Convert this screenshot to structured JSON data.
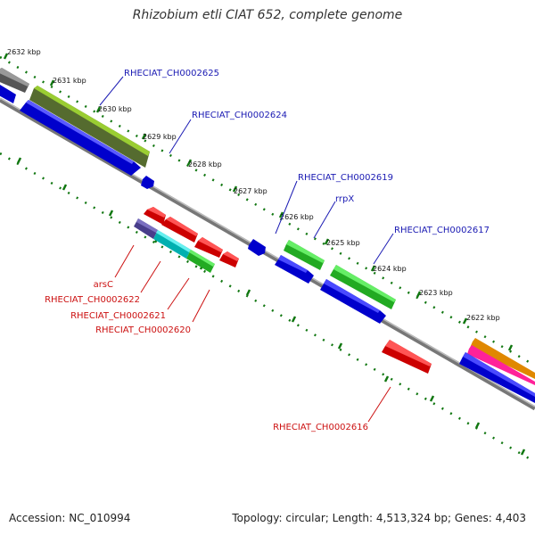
{
  "title": "Rhizobium etli CIAT 652, complete genome",
  "footer": {
    "accession": "Accession: NC_010994",
    "summary": "Topology: circular; Length: 4,513,324 bp; Genes: 4,403"
  },
  "scale_labels": [
    "2632 kbp",
    "2631 kbp",
    "2630 kbp",
    "2629 kbp",
    "2628 kbp",
    "2627 kbp",
    "2626 kbp",
    "2625 kbp",
    "2624 kbp",
    "2623 kbp",
    "2622 kbp"
  ],
  "gene_labels_forward": [
    "RHECIAT_CH0002625",
    "RHECIAT_CH0002624",
    "RHECIAT_CH0002619",
    "rrpX",
    "RHECIAT_CH0002617"
  ],
  "gene_labels_reverse": [
    "arsC",
    "RHECIAT_CH0002622",
    "RHECIAT_CH0002621",
    "RHECIAT_CH0002620",
    "RHECIAT_CH0002616"
  ],
  "colors": {
    "forward_label": "#1a1ab3",
    "reverse_label": "#cc1111",
    "blue": "#1010e0",
    "green": "#33cc33",
    "olive": "#6b8e23",
    "gray": "#666666",
    "red": "#e01010",
    "cyan": "#20d0d0",
    "purple": "#483d8b",
    "orange": "#ff9900",
    "magenta": "#ff33aa",
    "backbone": "#888888"
  }
}
